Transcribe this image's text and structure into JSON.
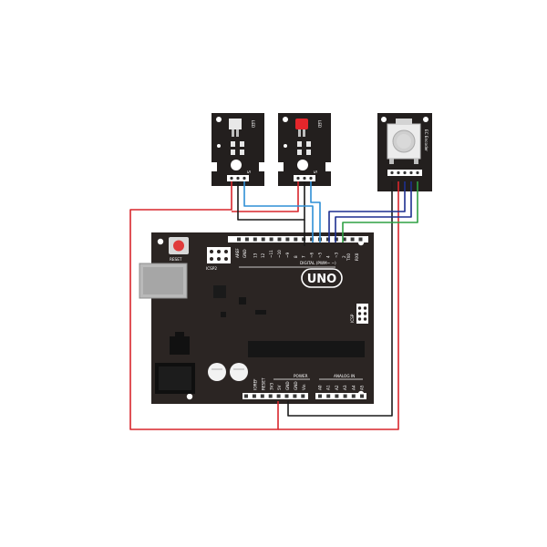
{
  "board": {
    "logo": "UNO",
    "reset_label": "RESET",
    "icsp2_label": "ICSP2",
    "icsp_label": "ICSP",
    "aref_label": "AREF",
    "gnd_label": "GND",
    "digital_label": "DIGITAL (PWM~ ∼)",
    "tx_label": "TX0",
    "rx_label": "RX0",
    "power_label": "POWER",
    "analog_label": "ANALOG IN",
    "top_pins": [
      "13",
      "12",
      "~11",
      "~10",
      "~9",
      "8",
      "7",
      "~6",
      "~5",
      "4",
      "~3",
      "2",
      "1",
      "0"
    ],
    "power_pins": [
      "IOREF",
      "RESET",
      "3V3",
      "5V",
      "GND",
      "GND",
      "Vin"
    ],
    "analog_pins": [
      "A0",
      "A1",
      "A2",
      "A3",
      "A4",
      "A5"
    ]
  },
  "modules": {
    "led_white": {
      "label": "LED",
      "pin_s": "S"
    },
    "led_red": {
      "label": "LED",
      "pin_s": "S"
    },
    "encoder": {
      "label": "EC Encoder"
    }
  },
  "colors": {
    "board": "#2b2523",
    "module": "#231f1e",
    "wire_red": "#d9262c",
    "wire_black": "#1a1a1a",
    "wire_blue": "#2f8fd6",
    "wire_navy": "#1d2f8f",
    "wire_green": "#2ea043",
    "reset_button": "#e03b3b",
    "led_red": "#e4262b"
  }
}
